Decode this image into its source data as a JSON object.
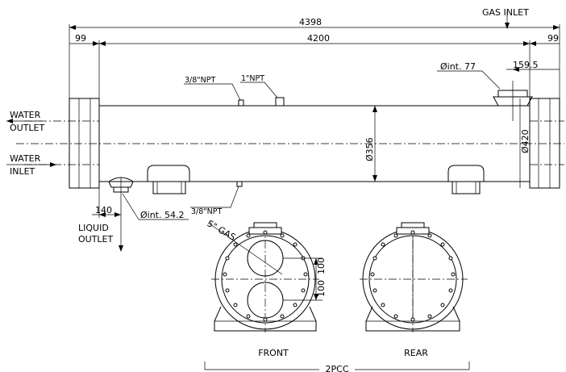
{
  "dimensions": {
    "overall": "4398",
    "shell": "4200",
    "left_flange": "99",
    "right_flange": "99",
    "gas_inlet_offset": "159.5",
    "liquid_outlet_offset": "140",
    "shell_dia": "Ø356",
    "flange_dia": "Ø420",
    "nozzle_spacing_a": "100",
    "nozzle_spacing_b": "100"
  },
  "labels": {
    "gas_inlet": "GAS INLET",
    "gas_inlet_dia": "Øint. 77",
    "vent_a": "3/8\"NPT",
    "vent_b": "1\"NPT",
    "drain": "3/8\"NPT",
    "water_outlet_1": "WATER",
    "water_outlet_2": "OUTLET",
    "water_inlet_1": "WATER",
    "water_inlet_2": "INLET",
    "liquid_outlet_1": "LIQUID",
    "liquid_outlet_2": "OUTLET",
    "liquid_outlet_dia": "Øint. 54.2",
    "gas_thread": "5\" GAS",
    "front": "FRONT",
    "rear": "REAR",
    "quantity": "2PCC"
  }
}
